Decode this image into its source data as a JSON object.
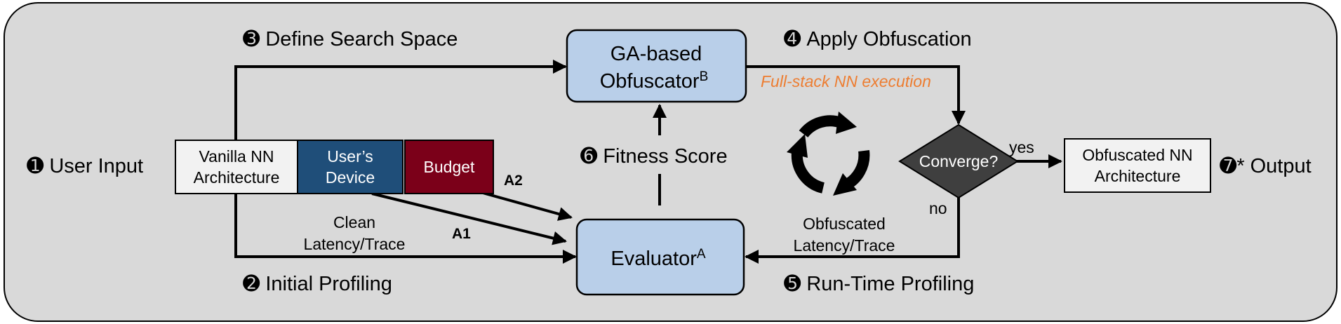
{
  "steps": {
    "user_input": "User Input",
    "initial_profiling": "Initial Profiling",
    "define_search_space": "Define Search Space",
    "apply_obfuscation": "Apply Obfuscation",
    "run_time_profiling": "Run-Time Profiling",
    "fitness_score": "Fitness Score",
    "output": "Output"
  },
  "markers": {
    "one": "➊",
    "two": "➋",
    "three": "➌",
    "four": "➍",
    "five": "➎",
    "six": "➏",
    "seven": "➐",
    "seven_star": "*"
  },
  "inputs": {
    "vanilla_line1": "Vanilla NN",
    "vanilla_line2": "Architecture",
    "device_line1": "User’s",
    "device_line2": "Device",
    "budget": "Budget"
  },
  "nodes": {
    "ga_line1": "GA-based",
    "ga_line2": "Obfuscator",
    "ga_sup": "B",
    "evaluator": "Evaluator",
    "evaluator_sup": "A",
    "converge": "Converge?",
    "output_line1": "Obfuscated NN",
    "output_line2": "Architecture"
  },
  "edges": {
    "clean_line1": "Clean",
    "clean_line2": "Latency/Trace",
    "obf_line1": "Obfuscated",
    "obf_line2": "Latency/Trace",
    "full_stack": "Full-stack NN execution",
    "yes": "yes",
    "no": "no",
    "a1": "A1",
    "a2": "A2"
  },
  "colors": {
    "panel_bg": "#d9d9d9",
    "node_fill": "#b9cfe9",
    "device_fill": "#1f4e79",
    "budget_fill": "#7b0019",
    "diamond_fill": "#3f3f3f",
    "light_box": "#f2f2f2",
    "accent_orange": "#ed7d31"
  }
}
